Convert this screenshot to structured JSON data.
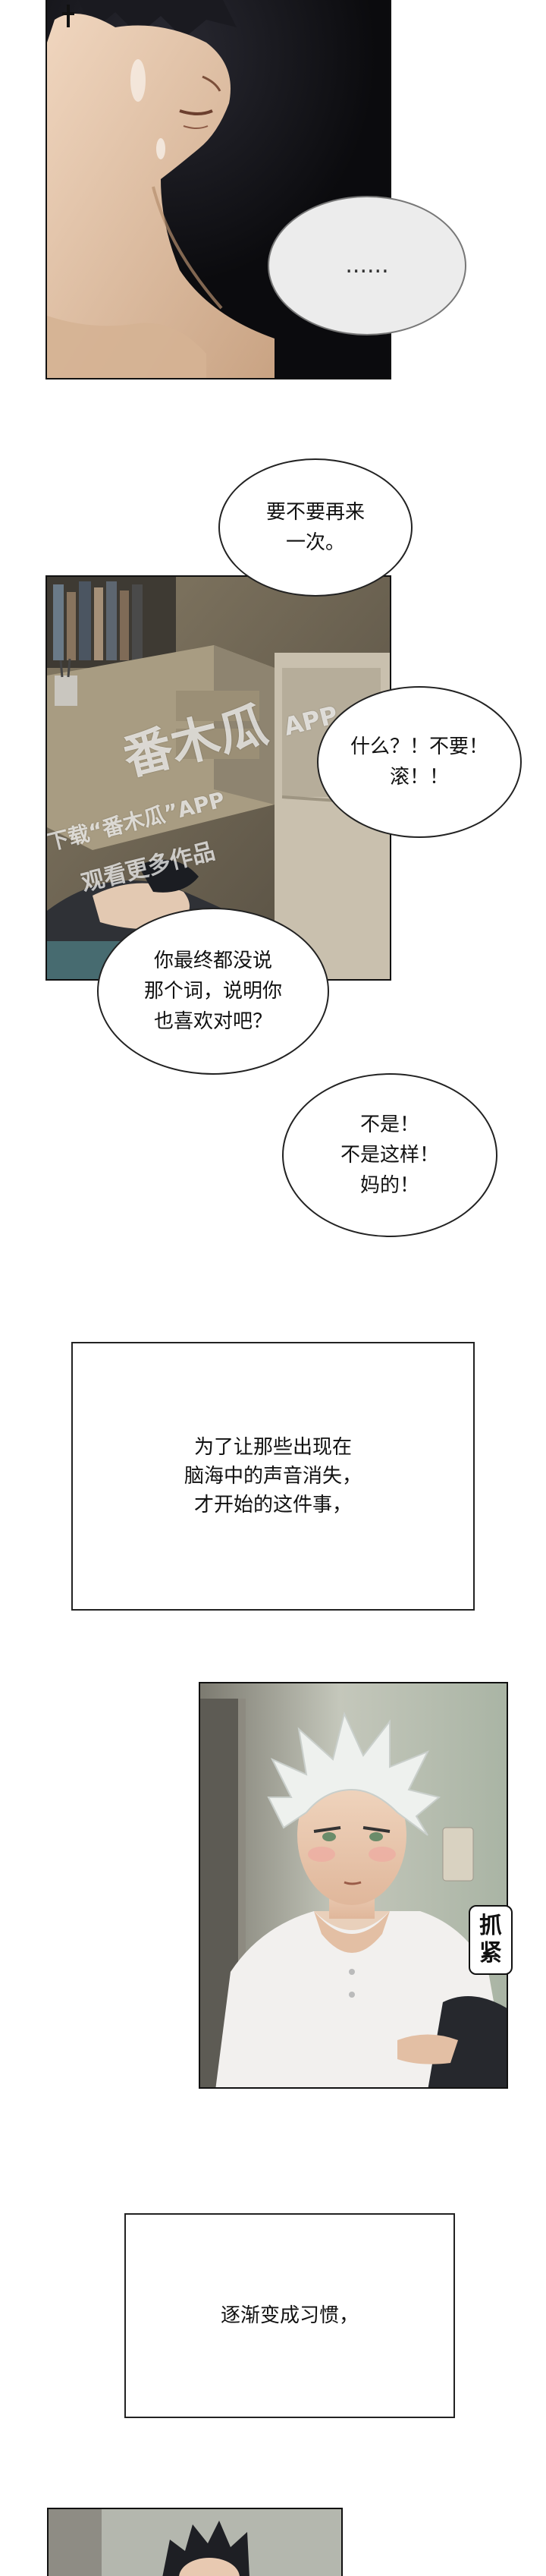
{
  "panels": {
    "p1": {
      "bubble": "......"
    },
    "p2": {
      "bubble_1": "要不要再来\n一次。",
      "bubble_2": "什么？！不要！\n滚！！",
      "bubble_3": "你最终都没说\n那个词，说明你\n也喜欢对吧？",
      "bubble_4": "不是！\n不是这样！\n妈的！",
      "watermark_logo": "番木瓜",
      "watermark_app": "APP",
      "watermark_line": "下载“番木瓜”APP",
      "watermark_line2": "观看更多作品"
    },
    "caption_1": "为了让那些出现在\n脑海中的声音消失，\n才开始的这件事，",
    "p3": {
      "sfx": "抓\n紧"
    },
    "caption_2": "逐渐变成习惯，"
  },
  "colors": {
    "panel1_dark": "#0b0b0e",
    "skin": "#e6c7ad",
    "room_brown": "#6f6554",
    "room_light": "#c9c0ae",
    "hair_white": "#eef1ee",
    "shirt": "#f2f0ee",
    "wall_green": "#b9c2b4"
  }
}
